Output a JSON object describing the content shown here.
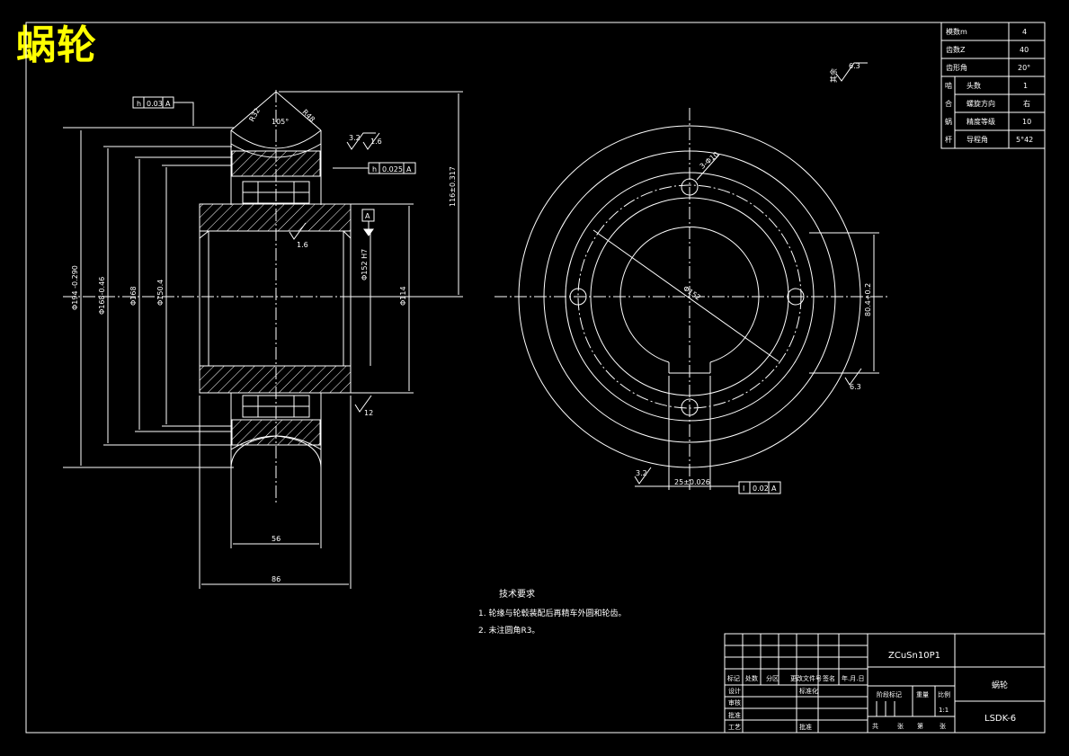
{
  "title": "蜗轮",
  "colors": {
    "background": "#000000",
    "lines": "#ffffff",
    "title": "#ffff00"
  },
  "params_table": [
    {
      "side": "",
      "label": "模数m",
      "value": "4"
    },
    {
      "side": "",
      "label": "齿数Z",
      "value": "40"
    },
    {
      "side": "",
      "label": "齿形角",
      "value": "20°"
    },
    {
      "side": "啮",
      "label": "头数",
      "value": "1"
    },
    {
      "side": "合",
      "label": "螺旋方向",
      "value": "右"
    },
    {
      "side": "蜗",
      "label": "精度等级",
      "value": "10"
    },
    {
      "side": "杆",
      "label": "导程角",
      "value": "5°42"
    }
  ],
  "section_view": {
    "dims": {
      "d1": "Φ194 -0.290",
      "d2": "Φ168-0.46",
      "d3": "Φ168",
      "d4": "Φ150.4",
      "bore": "Φ152 H7",
      "d_right": "Φ114",
      "height": "116±0.317",
      "width_rim": "56",
      "width_total": "86",
      "r32": "R32",
      "r48": "R48",
      "angle": "105°"
    },
    "tolerances": [
      {
        "sym": "h",
        "val": "0.03",
        "ref": "A"
      },
      {
        "sym": "h",
        "val": "0.025",
        "ref": "A"
      }
    ],
    "datum": "A",
    "roughness": [
      "3.2",
      "1.6",
      "1.6",
      "12"
    ]
  },
  "end_view": {
    "dims": {
      "holes": "3-Φ10",
      "circle": "Φ152",
      "key_depth": "80.4+0.2",
      "key_width": "25±0.026"
    },
    "roughness": [
      "6.3",
      "3.2"
    ],
    "tolerance": {
      "sym": "I",
      "val": "0.02",
      "ref": "A"
    },
    "other_roughness": "其余",
    "other_roughness_val": "6.3"
  },
  "tech_requirements": {
    "heading": "技术要求",
    "items": [
      "1. 轮缘与轮毂装配后再精车外圆和轮齿。",
      "2. 未注圆角R3。"
    ]
  },
  "title_block": {
    "material": "ZCuSn10P1",
    "part_name": "蜗轮",
    "drawing_no": "LSDK-6",
    "row_labels": [
      "标记",
      "处数",
      "分区",
      "更改文件号",
      "签名",
      "年.月.日"
    ],
    "design": "设计",
    "check": "审核",
    "approve": "批准",
    "process": "工艺",
    "standardize": "标准化",
    "stage_mark": "阶段标记",
    "weight": "重量",
    "scale": "比例",
    "scale_val": "1:1",
    "sheet_info": [
      "共",
      "张",
      "第",
      "张"
    ]
  }
}
